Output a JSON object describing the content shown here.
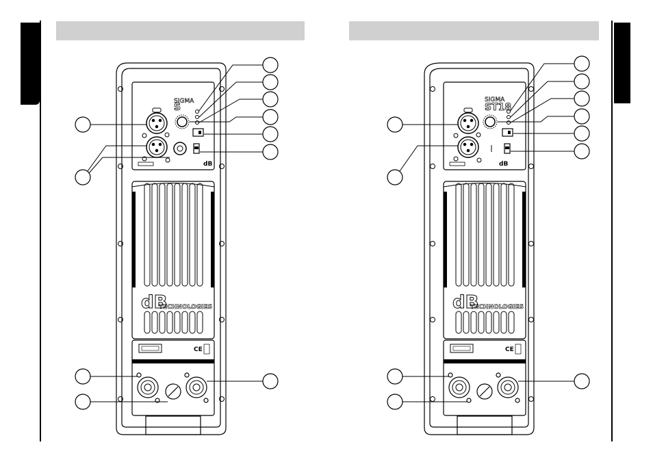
{
  "page": {
    "left_header": "",
    "right_header": ""
  },
  "left_panel": {
    "model_badge": "S",
    "series_mark": "SIGMA",
    "brand_small": "dB",
    "brand_large_top": "dB",
    "brand_large_bottom": "TECHNOLOGIES",
    "ce_mark": "CE"
  },
  "right_panel": {
    "model_badge": "ST18",
    "series_mark": "SIGMA",
    "brand_small": "dB",
    "brand_large_top": "dB",
    "brand_large_bottom": "TECHNOLOGIES",
    "ce_mark": "CE"
  },
  "colors": {
    "line": "#000000",
    "header_bar": "#d0d0d0",
    "tab": "#000000"
  }
}
